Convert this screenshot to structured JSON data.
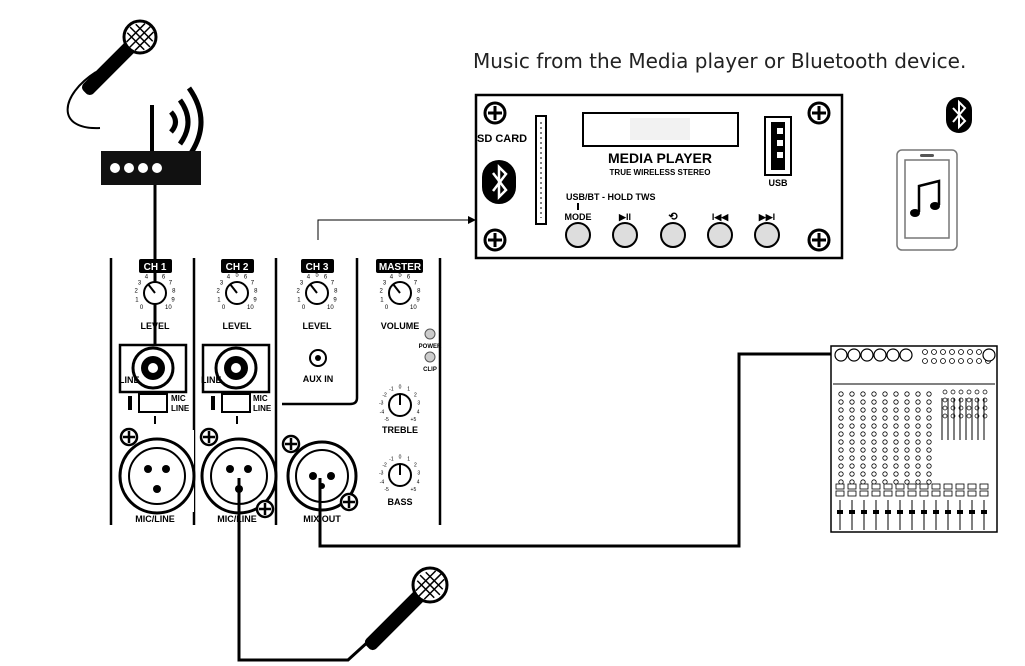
{
  "caption": "Music from the Media player or Bluetooth device.",
  "media_player": {
    "title": "MEDIA PLAYER",
    "subtitle": "TRUE WIRELESS STEREO",
    "sd_card": "SD CARD",
    "usb": "USB",
    "hold_tws": "USB/BT - HOLD TWS",
    "buttons": [
      "MODE",
      "▶II",
      "⟲",
      "I◀◀",
      "▶▶I"
    ]
  },
  "mixer": {
    "channels": [
      {
        "name": "CH 1",
        "knob": "LEVEL",
        "jack": "LINE",
        "switch": [
          "MIC",
          "LINE"
        ],
        "xlr": "MIC/LINE"
      },
      {
        "name": "CH 2",
        "knob": "LEVEL",
        "jack": "LINE",
        "switch": [
          "MIC",
          "LINE"
        ],
        "xlr": "MIC/LINE"
      },
      {
        "name": "CH 3",
        "knob": "LEVEL",
        "jack": "AUX IN",
        "xlr": "MIX OUT"
      },
      {
        "name": "MASTER",
        "knob": "VOLUME",
        "leds": [
          "POWER",
          "CLIP"
        ],
        "eq": [
          "TREBLE",
          "BASS"
        ]
      }
    ],
    "scale": [
      "0",
      "1",
      "2",
      "3",
      "4",
      "5",
      "6",
      "7",
      "8",
      "9",
      "10"
    ],
    "eq_scale": [
      "-5",
      "-4",
      "-3",
      "-2",
      "-1",
      "0",
      "1",
      "2",
      "3",
      "4",
      "+5"
    ]
  },
  "icons": [
    "microphone-icon",
    "wireless-receiver-icon",
    "bluetooth-icon",
    "music-note-icon",
    "smartphone-icon",
    "external-mixer-icon"
  ]
}
